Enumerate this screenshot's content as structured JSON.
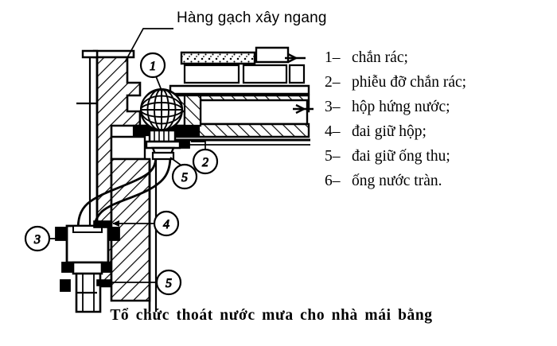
{
  "diagram": {
    "top_label": "Hàng gạch xây ngang",
    "caption": "Tổ chức thoát nước mưa cho nhà mái bằng",
    "callouts": [
      {
        "id": "1",
        "label": "1"
      },
      {
        "id": "2",
        "label": "2"
      },
      {
        "id": "3",
        "label": "3"
      },
      {
        "id": "4",
        "label": "4"
      },
      {
        "id": "5a",
        "label": "5"
      },
      {
        "id": "5b",
        "label": "5"
      }
    ]
  },
  "legend": {
    "items": [
      {
        "num": "1–",
        "text": "chắn rác;"
      },
      {
        "num": "2–",
        "text": "phiễu đỡ chắn rác;"
      },
      {
        "num": "3–",
        "text": "hộp hứng nước;"
      },
      {
        "num": "4–",
        "text": "đai giữ hộp;"
      },
      {
        "num": "5–",
        "text": "đai giữ ống thu;"
      },
      {
        "num": "6–",
        "text": "ống nước tràn."
      }
    ]
  },
  "colors": {
    "ink": "#000000",
    "paper": "#ffffff"
  }
}
